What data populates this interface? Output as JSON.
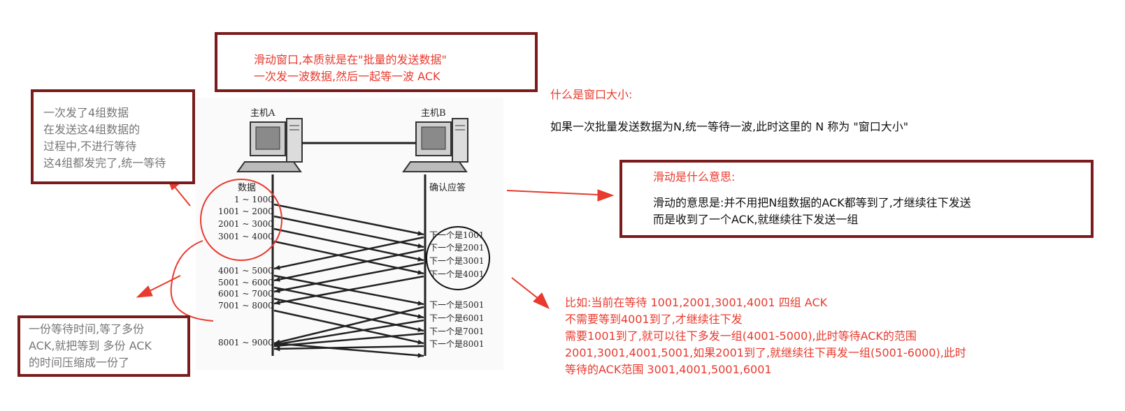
{
  "title_box": {
    "lines": [
      "滑动窗口,本质就是在\"批量的发送数据\"",
      "一次发一波数据,然后一起等一波 ACK"
    ]
  },
  "left_top_note": {
    "lines": [
      "一次发了4组数据",
      "在发送这4组数据的",
      "过程中,不进行等待",
      "这4组都发完了,统一等待"
    ]
  },
  "left_bottom_note": {
    "lines": [
      "一份等待时间,等了多份",
      "ACK,就把等到 多份 ACK",
      "的时间压缩成一份了"
    ]
  },
  "window_size": {
    "heading": "什么是窗口大小:",
    "text": "如果一次批量发送数据为N,统一等待一波,此时这里的 N 称为 \"窗口大小\""
  },
  "sliding_box": {
    "heading": "滑动是什么意思:",
    "lines": [
      "滑动的意思是:并不用把N组数据的ACK都等到了,才继续往下发送",
      "而是收到了一个ACK,就继续往下发送一组"
    ]
  },
  "example": {
    "lines": [
      "比如:当前在等待 1001,2001,3001,4001 四组 ACK",
      "不需要等到4001到了,才继续往下发",
      "需要1001到了,就可以往下多发一组(4001-5000),此时等待ACK的范围",
      "2001,3001,4001,5001,如果2001到了,就继续往下再发一组(5001-6000),此时",
      "等待的ACK范围 3001,4001,5001,6001"
    ]
  },
  "diagram": {
    "host_a": "主机A",
    "host_b": "主机B",
    "data_label": "数据",
    "ack_label": "确认应答",
    "sent": [
      "1 ~ 1000",
      "1001 ~ 2000",
      "2001 ~ 3000",
      "3001 ~ 4000",
      "4001 ~ 5000",
      "5001 ~ 6000",
      "6001 ~ 7000",
      "7001 ~ 8000",
      "8001 ~ 9000"
    ],
    "acks": [
      "下一个是1001",
      "下一个是2001",
      "下一个是3001",
      "下一个是4001",
      "下一个是5001",
      "下一个是6001",
      "下一个是7001",
      "下一个是8001"
    ]
  },
  "colors": {
    "box_border": "#7a1c1c",
    "annotation_red": "#e83a2e",
    "note_grey": "#777777"
  }
}
